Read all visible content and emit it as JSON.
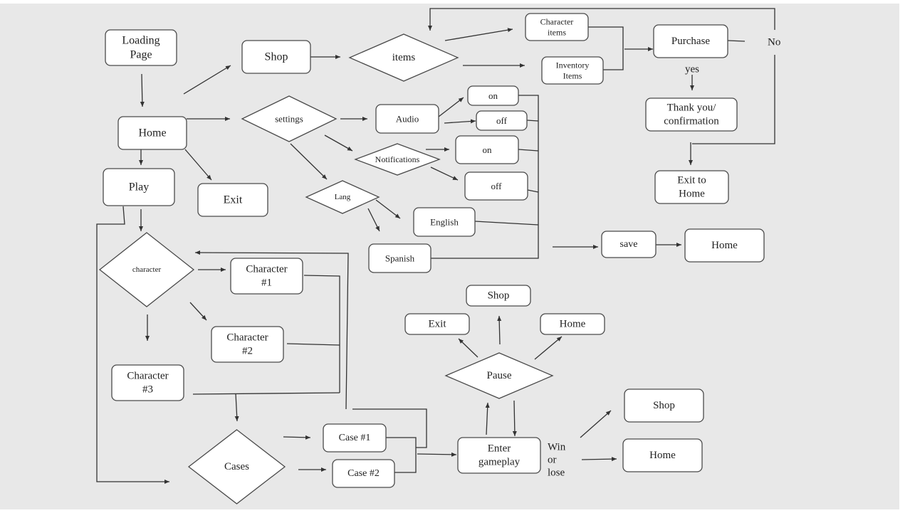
{
  "diagram": {
    "title": "Game navigation flowchart",
    "colors": {
      "background": "#e8e8e8",
      "node_fill": "#ffffff",
      "stroke": "#4a4a4a",
      "text": "#222222"
    },
    "nodes": [
      {
        "id": "loading",
        "shape": "box",
        "label": "Loading\nPage"
      },
      {
        "id": "home",
        "shape": "box",
        "label": "Home"
      },
      {
        "id": "play",
        "shape": "box",
        "label": "Play"
      },
      {
        "id": "exit_main",
        "shape": "box",
        "label": "Exit"
      },
      {
        "id": "shop",
        "shape": "box",
        "label": "Shop"
      },
      {
        "id": "items",
        "shape": "diamond",
        "label": "items"
      },
      {
        "id": "char_items",
        "shape": "box",
        "label": "Character\nitems"
      },
      {
        "id": "inv_items",
        "shape": "box",
        "label": "Inventory\nItems"
      },
      {
        "id": "purchase",
        "shape": "box",
        "label": "Purchase"
      },
      {
        "id": "thankyou",
        "shape": "box",
        "label": "Thank you/\nconfirmation"
      },
      {
        "id": "exit_home",
        "shape": "box",
        "label": "Exit to\nHome"
      },
      {
        "id": "settings",
        "shape": "diamond",
        "label": "settings"
      },
      {
        "id": "audio",
        "shape": "box",
        "label": "Audio"
      },
      {
        "id": "audio_on",
        "shape": "box",
        "label": "on"
      },
      {
        "id": "audio_off",
        "shape": "box",
        "label": "off"
      },
      {
        "id": "notifications",
        "shape": "diamond",
        "label": "Notifications"
      },
      {
        "id": "notif_on",
        "shape": "box",
        "label": "on"
      },
      {
        "id": "notif_off",
        "shape": "box",
        "label": "off"
      },
      {
        "id": "lang",
        "shape": "diamond",
        "label": "Lang"
      },
      {
        "id": "english",
        "shape": "box",
        "label": "English"
      },
      {
        "id": "spanish",
        "shape": "box",
        "label": "Spanish"
      },
      {
        "id": "save",
        "shape": "box",
        "label": "save"
      },
      {
        "id": "home_after_save",
        "shape": "box",
        "label": "Home"
      },
      {
        "id": "character",
        "shape": "diamond",
        "label": "character"
      },
      {
        "id": "char1",
        "shape": "box",
        "label": "Character\n#1"
      },
      {
        "id": "char2",
        "shape": "box",
        "label": "Character\n#2"
      },
      {
        "id": "char3",
        "shape": "box",
        "label": "Character\n#3"
      },
      {
        "id": "cases",
        "shape": "diamond",
        "label": "Cases"
      },
      {
        "id": "case1",
        "shape": "box",
        "label": "Case #1"
      },
      {
        "id": "case2",
        "shape": "box",
        "label": "Case #2"
      },
      {
        "id": "gameplay",
        "shape": "box",
        "label": "Enter\ngameplay"
      },
      {
        "id": "pause",
        "shape": "diamond",
        "label": "Pause"
      },
      {
        "id": "pause_exit",
        "shape": "box",
        "label": "Exit"
      },
      {
        "id": "pause_shop",
        "shape": "box",
        "label": "Shop"
      },
      {
        "id": "pause_home",
        "shape": "box",
        "label": "Home"
      },
      {
        "id": "end_shop",
        "shape": "box",
        "label": "Shop"
      },
      {
        "id": "end_home",
        "shape": "box",
        "label": "Home"
      }
    ],
    "annotations": [
      {
        "id": "no",
        "text": "No"
      },
      {
        "id": "yes",
        "text": "yes"
      },
      {
        "id": "winlose",
        "text": "Win\nor\nlose"
      }
    ],
    "edges": [
      {
        "from": "loading",
        "to": "home"
      },
      {
        "from": "home",
        "to": "shop"
      },
      {
        "from": "home",
        "to": "settings"
      },
      {
        "from": "home",
        "to": "play"
      },
      {
        "from": "home",
        "to": "exit_main"
      },
      {
        "from": "shop",
        "to": "items"
      },
      {
        "from": "items",
        "to": "char_items"
      },
      {
        "from": "items",
        "to": "inv_items"
      },
      {
        "from": "char_items",
        "to": "purchase"
      },
      {
        "from": "inv_items",
        "to": "purchase"
      },
      {
        "from": "purchase",
        "to": "thankyou",
        "label": "yes"
      },
      {
        "from": "purchase",
        "to": "items",
        "label": "No"
      },
      {
        "from": "purchase",
        "to": "exit_home",
        "label": "No"
      },
      {
        "from": "settings",
        "to": "audio"
      },
      {
        "from": "settings",
        "to": "notifications"
      },
      {
        "from": "settings",
        "to": "lang"
      },
      {
        "from": "audio",
        "to": "audio_on"
      },
      {
        "from": "audio",
        "to": "audio_off"
      },
      {
        "from": "notifications",
        "to": "notif_on"
      },
      {
        "from": "notifications",
        "to": "notif_off"
      },
      {
        "from": "lang",
        "to": "english"
      },
      {
        "from": "lang",
        "to": "spanish"
      },
      {
        "from": "settings_options",
        "to": "save"
      },
      {
        "from": "save",
        "to": "home_after_save"
      },
      {
        "from": "play",
        "to": "character"
      },
      {
        "from": "play",
        "to": "cases"
      },
      {
        "from": "character",
        "to": "char1"
      },
      {
        "from": "character",
        "to": "char2"
      },
      {
        "from": "character",
        "to": "char3"
      },
      {
        "from": "characters",
        "to": "cases"
      },
      {
        "from": "cases",
        "to": "case1"
      },
      {
        "from": "cases",
        "to": "case2"
      },
      {
        "from": "case1",
        "to": "gameplay"
      },
      {
        "from": "case2",
        "to": "gameplay"
      },
      {
        "from": "gameplay",
        "to": "character"
      },
      {
        "from": "gameplay",
        "to": "pause"
      },
      {
        "from": "pause",
        "to": "gameplay"
      },
      {
        "from": "pause",
        "to": "pause_exit"
      },
      {
        "from": "pause",
        "to": "pause_shop"
      },
      {
        "from": "pause",
        "to": "pause_home"
      },
      {
        "from": "gameplay",
        "to": "end_shop",
        "label": "Win or lose"
      },
      {
        "from": "gameplay",
        "to": "end_home",
        "label": "Win or lose"
      }
    ]
  }
}
